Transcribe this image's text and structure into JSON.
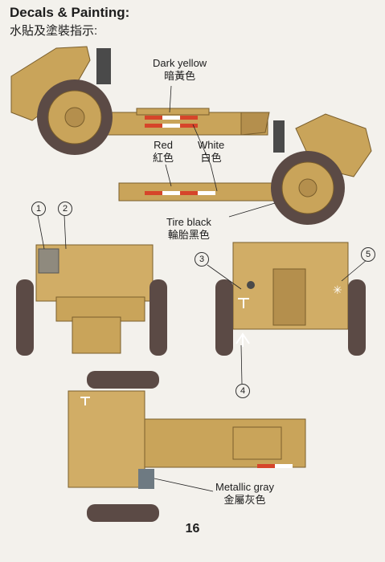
{
  "header": {
    "title": "Decals & Painting:",
    "subtitle": "水貼及塗裝指示:"
  },
  "colors": {
    "dark_yellow": "#c9a45a",
    "red": "#d6452a",
    "white": "#ffffff",
    "tire_black": "#5b4a45",
    "metallic_gray": "#6e7a82",
    "page_bg": "#f3f1ec"
  },
  "labels": {
    "dark_yellow": {
      "en": "Dark yellow",
      "zh": "暗黃色"
    },
    "red": {
      "en": "Red",
      "zh": "紅色"
    },
    "white": {
      "en": "White",
      "zh": "白色"
    },
    "tire_black": {
      "en": "Tire black",
      "zh": "輪胎黑色"
    },
    "metallic_gray": {
      "en": "Metallic gray",
      "zh": "金屬灰色"
    }
  },
  "callouts": [
    "1",
    "2",
    "3",
    "4",
    "5"
  ],
  "footer": {
    "page_number": "16"
  }
}
